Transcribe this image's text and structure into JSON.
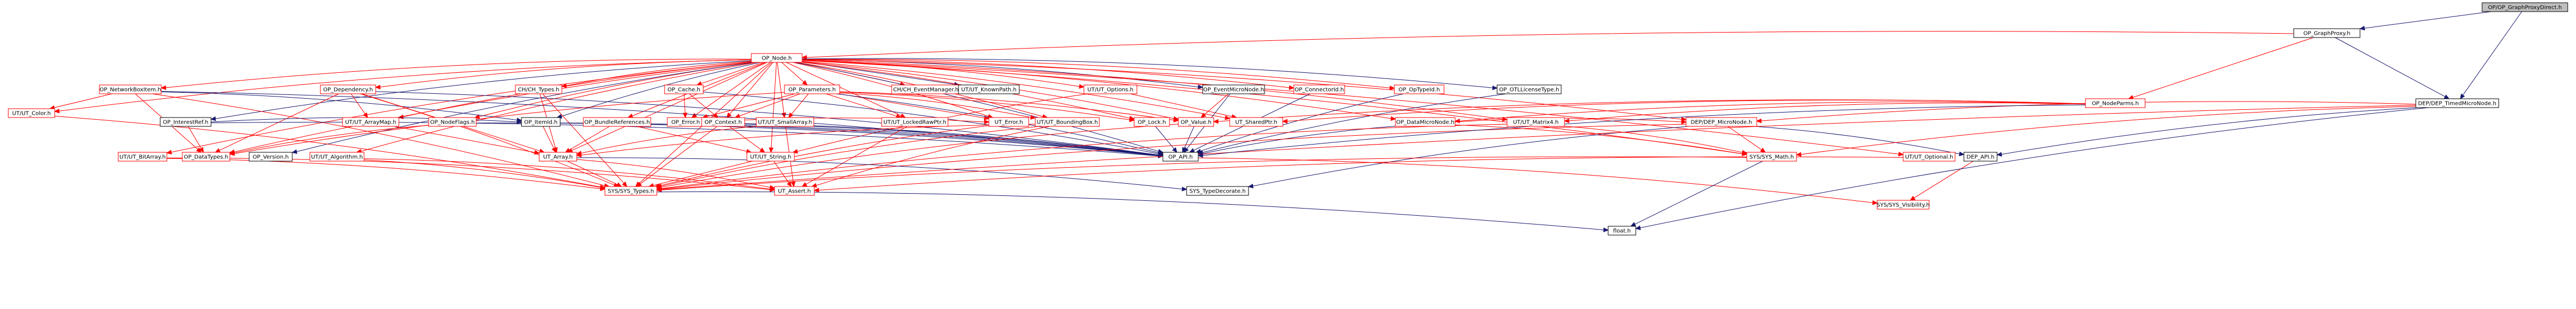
{
  "colors": {
    "normal_stroke": "#000000",
    "highlight_stroke": "#ff0000",
    "root_fill": "#bfbfbf",
    "normal_fill": "#ffffff",
    "text_normal": "#000000",
    "text_highlight": "#000000",
    "edge_normal": "#191970",
    "edge_highlight": "#ff0000"
  },
  "nodes": [
    {
      "id": "root",
      "label": "OP/OP_GraphProxyDirect.h",
      "root": true
    },
    {
      "id": "gp",
      "label": "OP_GraphProxy.h"
    },
    {
      "id": "dtm",
      "label": "DEP/DEP_TimedMicroNode.h"
    },
    {
      "id": "opn",
      "label": "OP_Node.h",
      "hl": true
    },
    {
      "id": "opnp",
      "label": "OP_NodeParms.h",
      "hl": true
    },
    {
      "id": "netbox",
      "label": "OP_NetworkBoxItem.h",
      "hl": true
    },
    {
      "id": "dep",
      "label": "OP_Dependency.h",
      "hl": true
    },
    {
      "id": "cht",
      "label": "CH/CH_Types.h",
      "hl": true
    },
    {
      "id": "cache",
      "label": "OP_Cache.h",
      "hl": true
    },
    {
      "id": "params",
      "label": "OP_Parameters.h",
      "hl": true
    },
    {
      "id": "chev",
      "label": "CH/CH_EventManager.h",
      "hl": true
    },
    {
      "id": "known",
      "label": "UT/UT_KnownPath.h"
    },
    {
      "id": "options",
      "label": "UT/UT_Options.h",
      "hl": true
    },
    {
      "id": "evmn",
      "label": "OP_EventMicroNode.h"
    },
    {
      "id": "connid",
      "label": "OP_ConnectorId.h",
      "hl": true
    },
    {
      "id": "optype",
      "label": "OP_OpTypeId.h",
      "hl": true
    },
    {
      "id": "otl",
      "label": "OP_OTLLicenseType.h"
    },
    {
      "id": "color",
      "label": "UT/UT_Color.h",
      "hl": true
    },
    {
      "id": "interest",
      "label": "OP_InterestRef.h"
    },
    {
      "id": "arraymap",
      "label": "UT/UT_ArrayMap.h",
      "hl": true
    },
    {
      "id": "nodeflags",
      "label": "OP_NodeFlags.h",
      "hl": true
    },
    {
      "id": "itemid",
      "label": "OP_ItemId.h"
    },
    {
      "id": "bundle",
      "label": "OP_BundleReferences.h",
      "hl": true
    },
    {
      "id": "operr",
      "label": "OP_Error.h",
      "hl": true
    },
    {
      "id": "ctx",
      "label": "OP_Context.h",
      "hl": true
    },
    {
      "id": "small",
      "label": "UT/UT_SmallArray.h",
      "hl": true
    },
    {
      "id": "locked",
      "label": "UT/UT_LockedRawPtr.h",
      "hl": true
    },
    {
      "id": "uterr",
      "label": "UT_Error.h",
      "hl": true
    },
    {
      "id": "bbox",
      "label": "UT/UT_BoundingBox.h",
      "hl": true
    },
    {
      "id": "lock",
      "label": "OP_Lock.h",
      "hl": true
    },
    {
      "id": "value",
      "label": "OP_Value.h",
      "hl": true
    },
    {
      "id": "shared",
      "label": "UT_SharedPtr.h",
      "hl": true
    },
    {
      "id": "datamn",
      "label": "OP_DataMicroNode.h",
      "hl": true
    },
    {
      "id": "mat4",
      "label": "UT/UT_Matrix4.h",
      "hl": true
    },
    {
      "id": "micro",
      "label": "DEP/DEP_MicroNode.h",
      "hl": true
    },
    {
      "id": "bitarr",
      "label": "UT/UT_BitArray.h",
      "hl": true
    },
    {
      "id": "dtypes",
      "label": "OP_DataTypes.h",
      "hl": true
    },
    {
      "id": "version",
      "label": "OP_Version.h"
    },
    {
      "id": "algo",
      "label": "UT/UT_Algorithm.h",
      "hl": true
    },
    {
      "id": "array",
      "label": "UT_Array.h",
      "hl": true
    },
    {
      "id": "string",
      "label": "UT/UT_String.h",
      "hl": true
    },
    {
      "id": "opapi",
      "label": "OP_API.h"
    },
    {
      "id": "sysmath",
      "label": "SYS/SYS_Math.h",
      "hl": true
    },
    {
      "id": "optional",
      "label": "UT/UT_Optional.h",
      "hl": true
    },
    {
      "id": "depapi",
      "label": "DEP_API.h"
    },
    {
      "id": "systypes",
      "label": "SYS/SYS_Types.h",
      "hl": true
    },
    {
      "id": "assert",
      "label": "UT_Assert.h",
      "hl": true
    },
    {
      "id": "typedec",
      "label": "SYS_TypeDecorate.h"
    },
    {
      "id": "vis",
      "label": "SYS/SYS_Visibility.h",
      "hl": true
    },
    {
      "id": "float",
      "label": "float.h"
    }
  ],
  "edges": [
    [
      "root",
      "gp"
    ],
    [
      "root",
      "dtm"
    ],
    [
      "gp",
      "opn"
    ],
    [
      "gp",
      "opnp"
    ],
    [
      "gp",
      "dtm"
    ],
    [
      "opn",
      "netbox"
    ],
    [
      "opn",
      "dep"
    ],
    [
      "opn",
      "cht"
    ],
    [
      "opn",
      "cache"
    ],
    [
      "opn",
      "params"
    ],
    [
      "opn",
      "chev"
    ],
    [
      "opn",
      "known"
    ],
    [
      "opn",
      "options"
    ],
    [
      "opn",
      "evmn"
    ],
    [
      "opn",
      "connid"
    ],
    [
      "opn",
      "optype"
    ],
    [
      "opn",
      "otl"
    ],
    [
      "opn",
      "color"
    ],
    [
      "opn",
      "interest"
    ],
    [
      "opn",
      "arraymap"
    ],
    [
      "opn",
      "nodeflags"
    ],
    [
      "opn",
      "itemid"
    ],
    [
      "opn",
      "bundle"
    ],
    [
      "opn",
      "operr"
    ],
    [
      "opn",
      "ctx"
    ],
    [
      "opn",
      "small"
    ],
    [
      "opn",
      "locked"
    ],
    [
      "opn",
      "uterr"
    ],
    [
      "opn",
      "bbox"
    ],
    [
      "opn",
      "lock"
    ],
    [
      "opn",
      "value"
    ],
    [
      "opn",
      "shared"
    ],
    [
      "opn",
      "datamn"
    ],
    [
      "opn",
      "mat4"
    ],
    [
      "opn",
      "micro"
    ],
    [
      "opn",
      "bitarr"
    ],
    [
      "opn",
      "dtypes"
    ],
    [
      "opn",
      "version"
    ],
    [
      "opn",
      "algo"
    ],
    [
      "opn",
      "array"
    ],
    [
      "opn",
      "string"
    ],
    [
      "opn",
      "opapi"
    ],
    [
      "opn",
      "sysmath"
    ],
    [
      "opn",
      "optional"
    ],
    [
      "opn",
      "systypes"
    ],
    [
      "netbox",
      "color"
    ],
    [
      "netbox",
      "itemid"
    ],
    [
      "netbox",
      "dtypes"
    ],
    [
      "netbox",
      "opapi"
    ],
    [
      "netbox",
      "systypes"
    ],
    [
      "dep",
      "arraymap"
    ],
    [
      "dep",
      "dtypes"
    ],
    [
      "dep",
      "array"
    ],
    [
      "dep",
      "opapi"
    ],
    [
      "dep",
      "systypes"
    ],
    [
      "cht",
      "array"
    ],
    [
      "cht",
      "systypes"
    ],
    [
      "cache",
      "operr"
    ],
    [
      "cache",
      "ctx"
    ],
    [
      "cache",
      "opapi"
    ],
    [
      "params",
      "operr"
    ],
    [
      "params",
      "ctx"
    ],
    [
      "params",
      "small"
    ],
    [
      "params",
      "locked"
    ],
    [
      "params",
      "uterr"
    ],
    [
      "params",
      "bbox"
    ],
    [
      "params",
      "lock"
    ],
    [
      "params",
      "value"
    ],
    [
      "params",
      "opapi"
    ],
    [
      "params",
      "dtypes"
    ],
    [
      "options",
      "shared"
    ],
    [
      "options",
      "string"
    ],
    [
      "evmn",
      "value"
    ],
    [
      "evmn",
      "opapi"
    ],
    [
      "connid",
      "opapi"
    ],
    [
      "optype",
      "opapi"
    ],
    [
      "otl",
      "opapi"
    ],
    [
      "color",
      "systypes"
    ],
    [
      "interest",
      "itemid"
    ],
    [
      "interest",
      "dtypes"
    ],
    [
      "interest",
      "opapi"
    ],
    [
      "arraymap",
      "array"
    ],
    [
      "nodeflags",
      "dtypes"
    ],
    [
      "nodeflags",
      "opapi"
    ],
    [
      "itemid",
      "opapi"
    ],
    [
      "itemid",
      "array"
    ],
    [
      "bundle",
      "string"
    ],
    [
      "bundle",
      "opapi"
    ],
    [
      "bundle",
      "array"
    ],
    [
      "operr",
      "uterr"
    ],
    [
      "operr",
      "opapi"
    ],
    [
      "ctx",
      "systypes"
    ],
    [
      "ctx",
      "opapi"
    ],
    [
      "ctx",
      "string"
    ],
    [
      "small",
      "array"
    ],
    [
      "small",
      "assert"
    ],
    [
      "locked",
      "assert"
    ],
    [
      "uterr",
      "systypes"
    ],
    [
      "bbox",
      "array"
    ],
    [
      "bbox",
      "systypes"
    ],
    [
      "bbox",
      "assert"
    ],
    [
      "lock",
      "opapi"
    ],
    [
      "value",
      "opapi"
    ],
    [
      "value",
      "systypes"
    ],
    [
      "datamn",
      "micro"
    ],
    [
      "datamn",
      "opapi"
    ],
    [
      "datamn",
      "sysmath"
    ],
    [
      "mat4",
      "sysmath"
    ],
    [
      "mat4",
      "systypes"
    ],
    [
      "micro",
      "depapi"
    ],
    [
      "micro",
      "sysmath"
    ],
    [
      "micro",
      "systypes"
    ],
    [
      "micro",
      "typedec"
    ],
    [
      "bitarr",
      "systypes"
    ],
    [
      "bitarr",
      "assert"
    ],
    [
      "algo",
      "systypes"
    ],
    [
      "algo",
      "assert"
    ],
    [
      "array",
      "systypes"
    ],
    [
      "array",
      "assert"
    ],
    [
      "array",
      "typedec"
    ],
    [
      "string",
      "systypes"
    ],
    [
      "string",
      "assert"
    ],
    [
      "opapi",
      "vis"
    ],
    [
      "sysmath",
      "systypes"
    ],
    [
      "sysmath",
      "float"
    ],
    [
      "optional",
      "assert"
    ],
    [
      "depapi",
      "vis"
    ],
    [
      "systypes",
      "float"
    ],
    [
      "dtm",
      "micro"
    ],
    [
      "dtm",
      "depapi"
    ],
    [
      "dtm",
      "sysmath"
    ],
    [
      "dtm",
      "float"
    ],
    [
      "dtm",
      "systypes"
    ],
    [
      "opnp",
      "opapi"
    ],
    [
      "opnp",
      "datamn"
    ],
    [
      "opnp",
      "mat4"
    ],
    [
      "opnp",
      "value"
    ],
    [
      "opnp",
      "shared"
    ]
  ]
}
